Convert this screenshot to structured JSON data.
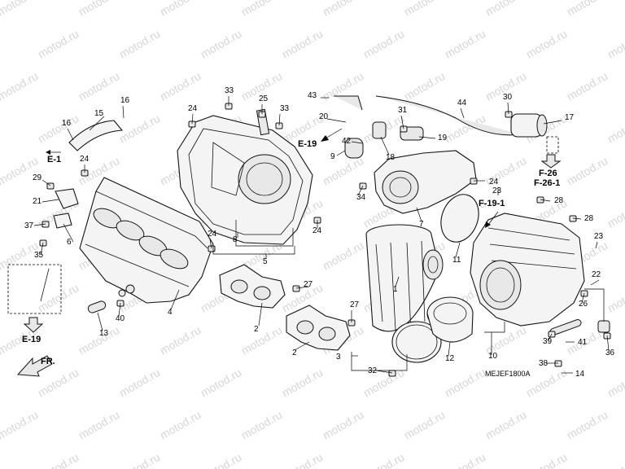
{
  "watermark": "motod.ru",
  "diagram_code": "MEJEF1800A",
  "direction_label": "FR.",
  "callouts": [
    "1",
    "2",
    "2",
    "3",
    "4",
    "5",
    "6",
    "7",
    "8",
    "9",
    "10",
    "11",
    "12",
    "13",
    "14",
    "15",
    "16",
    "16",
    "17",
    "18",
    "19",
    "20",
    "21",
    "22",
    "23",
    "23",
    "24",
    "24",
    "24",
    "24",
    "24",
    "25",
    "26",
    "27",
    "27",
    "28",
    "28",
    "29",
    "30",
    "31",
    "32",
    "33",
    "33",
    "34",
    "35",
    "36",
    "37",
    "38",
    "39",
    "40",
    "41",
    "42",
    "43",
    "44"
  ],
  "references": [
    "E-1",
    "E-19",
    "E-19",
    "F-26",
    "F-26-1",
    "F-19-1"
  ]
}
